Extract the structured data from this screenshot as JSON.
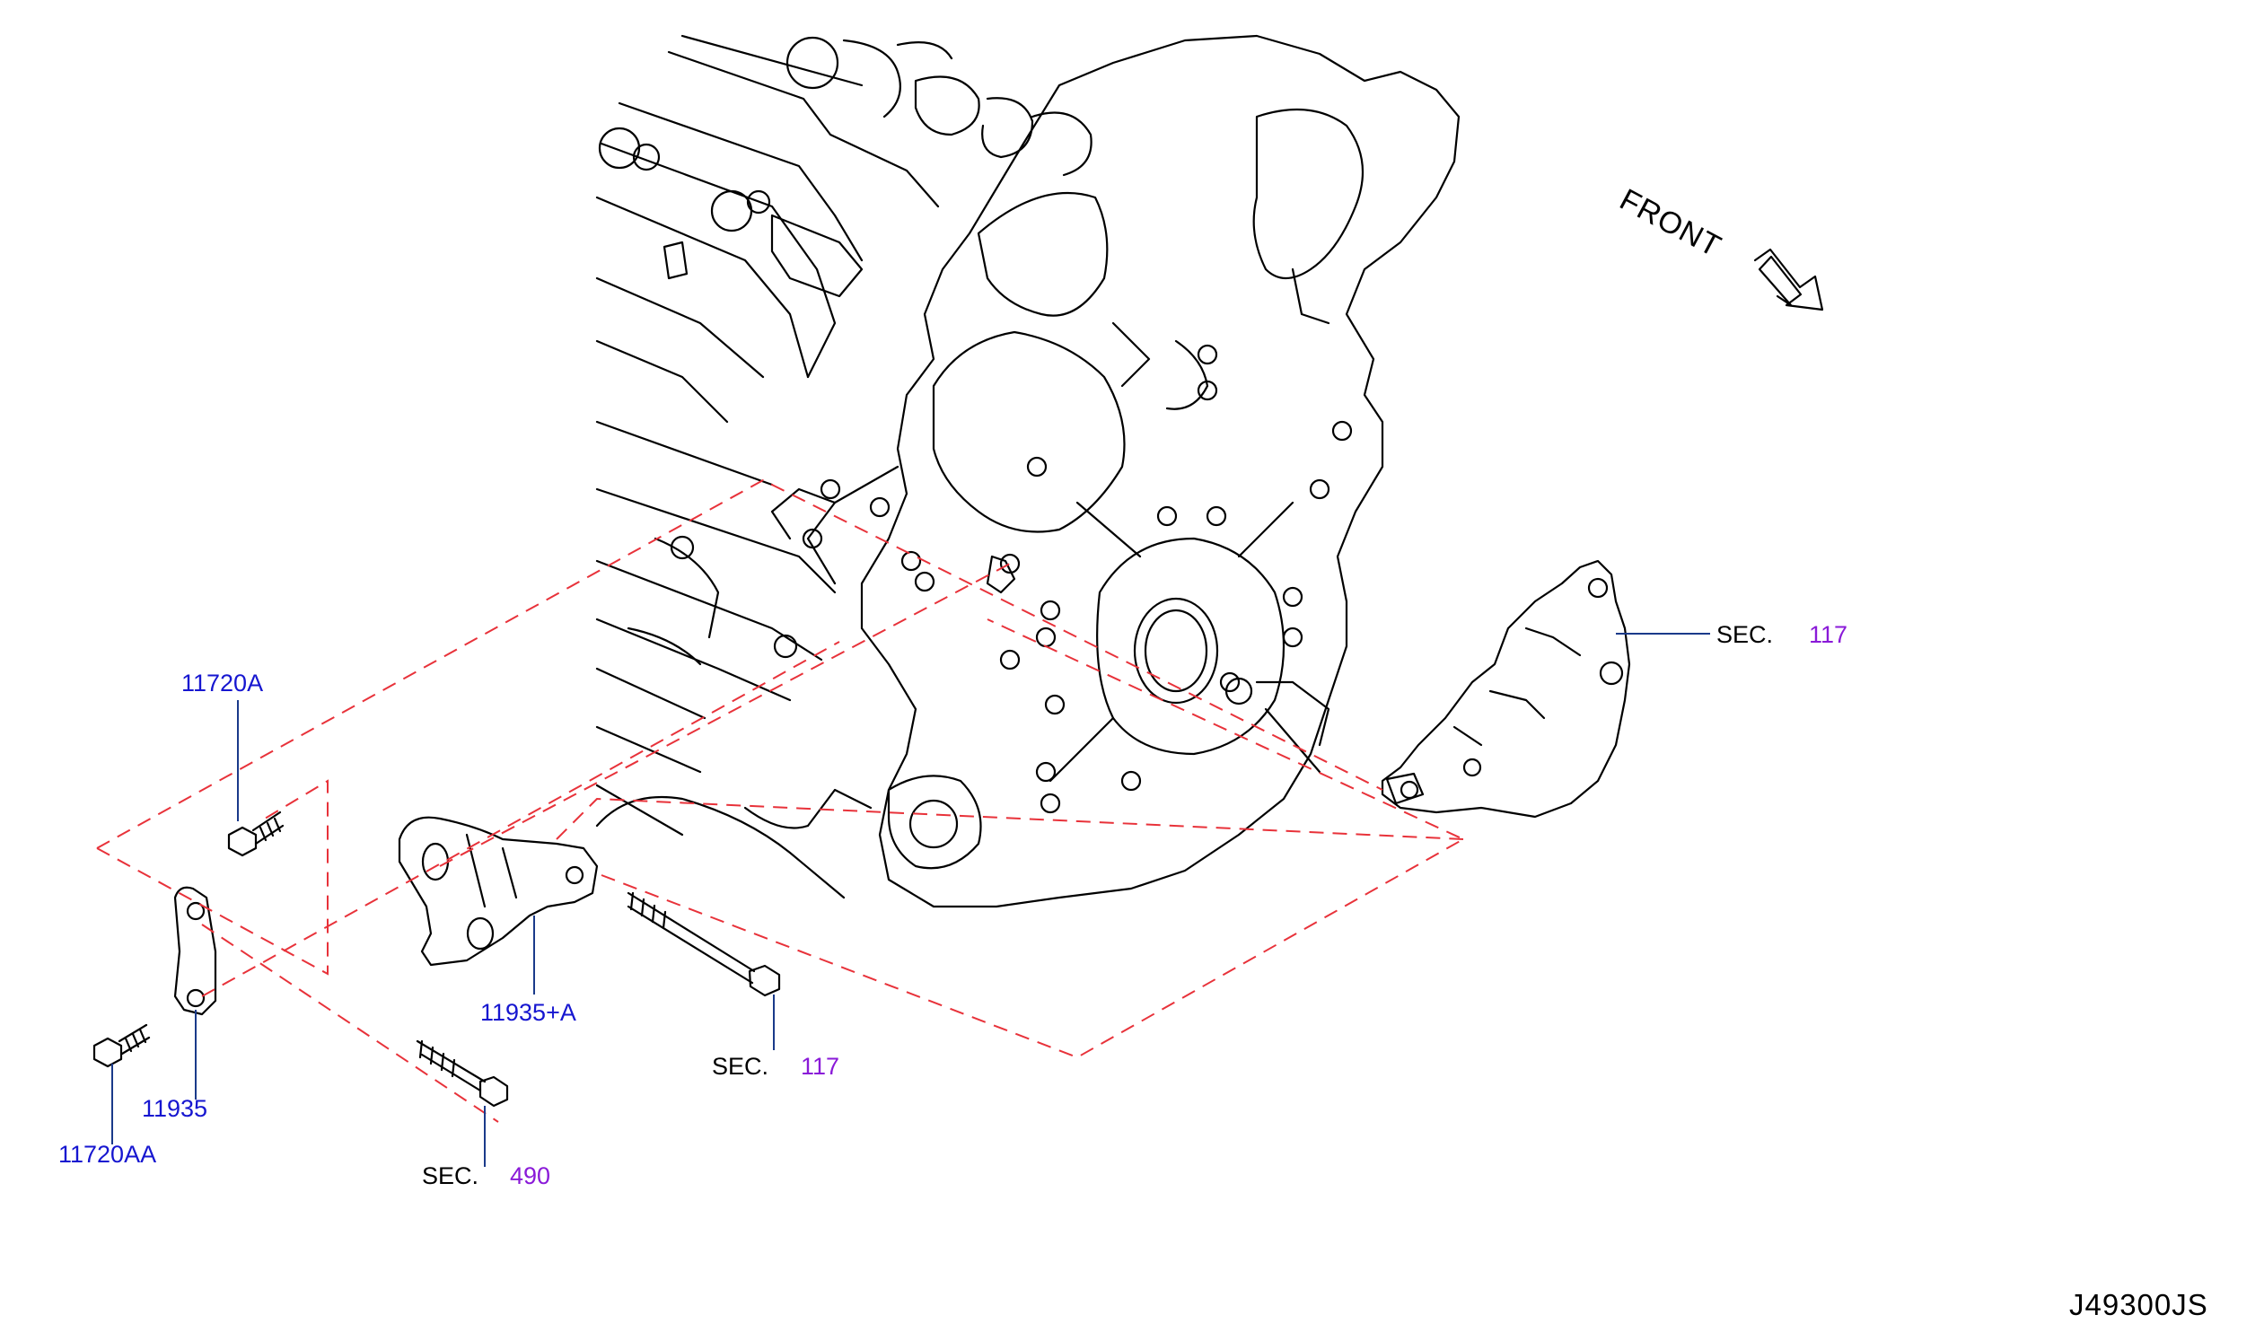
{
  "diagram": {
    "front_label": "FRONT",
    "drawing_code": "J49300JS",
    "parts": {
      "p11720A": "11720A",
      "p11935": "11935",
      "p11935A": "11935+A",
      "p11720AA": "11720AA"
    },
    "sections": [
      {
        "prefix": "SEC.",
        "number": "117"
      },
      {
        "prefix": "SEC.",
        "number": "117"
      },
      {
        "prefix": "SEC.",
        "number": "490"
      }
    ]
  },
  "colors": {
    "part_label": "#1616d0",
    "section_number": "#8a1ad8",
    "dashed_line": "#e8323a",
    "outline": "#000000"
  },
  "icons": {
    "front_arrow": "hollow-arrow-down-right-icon"
  }
}
